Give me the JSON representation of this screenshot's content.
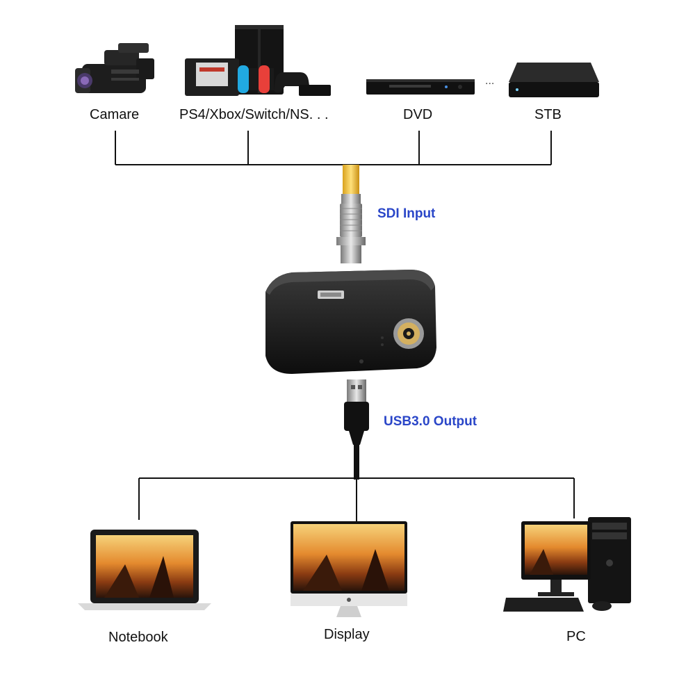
{
  "sources": {
    "camera": {
      "label": "Camare",
      "icon": "video-camera-icon"
    },
    "consoles": {
      "label": "PS4/Xbox/Switch/NS. . .",
      "icon": "game-console-icon"
    },
    "dvd": {
      "label": "DVD",
      "icon": "dvd-player-icon"
    },
    "ellipsis": {
      "label": "..."
    },
    "stb": {
      "label": "STB",
      "icon": "set-top-box-icon"
    }
  },
  "device": {
    "input_label": "SDI Input",
    "output_label": "USB3.0 Output",
    "icon": "capture-card-icon"
  },
  "outputs": {
    "notebook": {
      "label": "Notebook",
      "icon": "laptop-icon"
    },
    "display": {
      "label": "Display",
      "icon": "monitor-icon"
    },
    "pc": {
      "label": "PC",
      "icon": "desktop-pc-icon"
    }
  },
  "colors": {
    "accent_label": "#2a46c8",
    "line": "#111111",
    "sdi_cable": "#f0c23c",
    "device_body": "#1b1b1b"
  }
}
